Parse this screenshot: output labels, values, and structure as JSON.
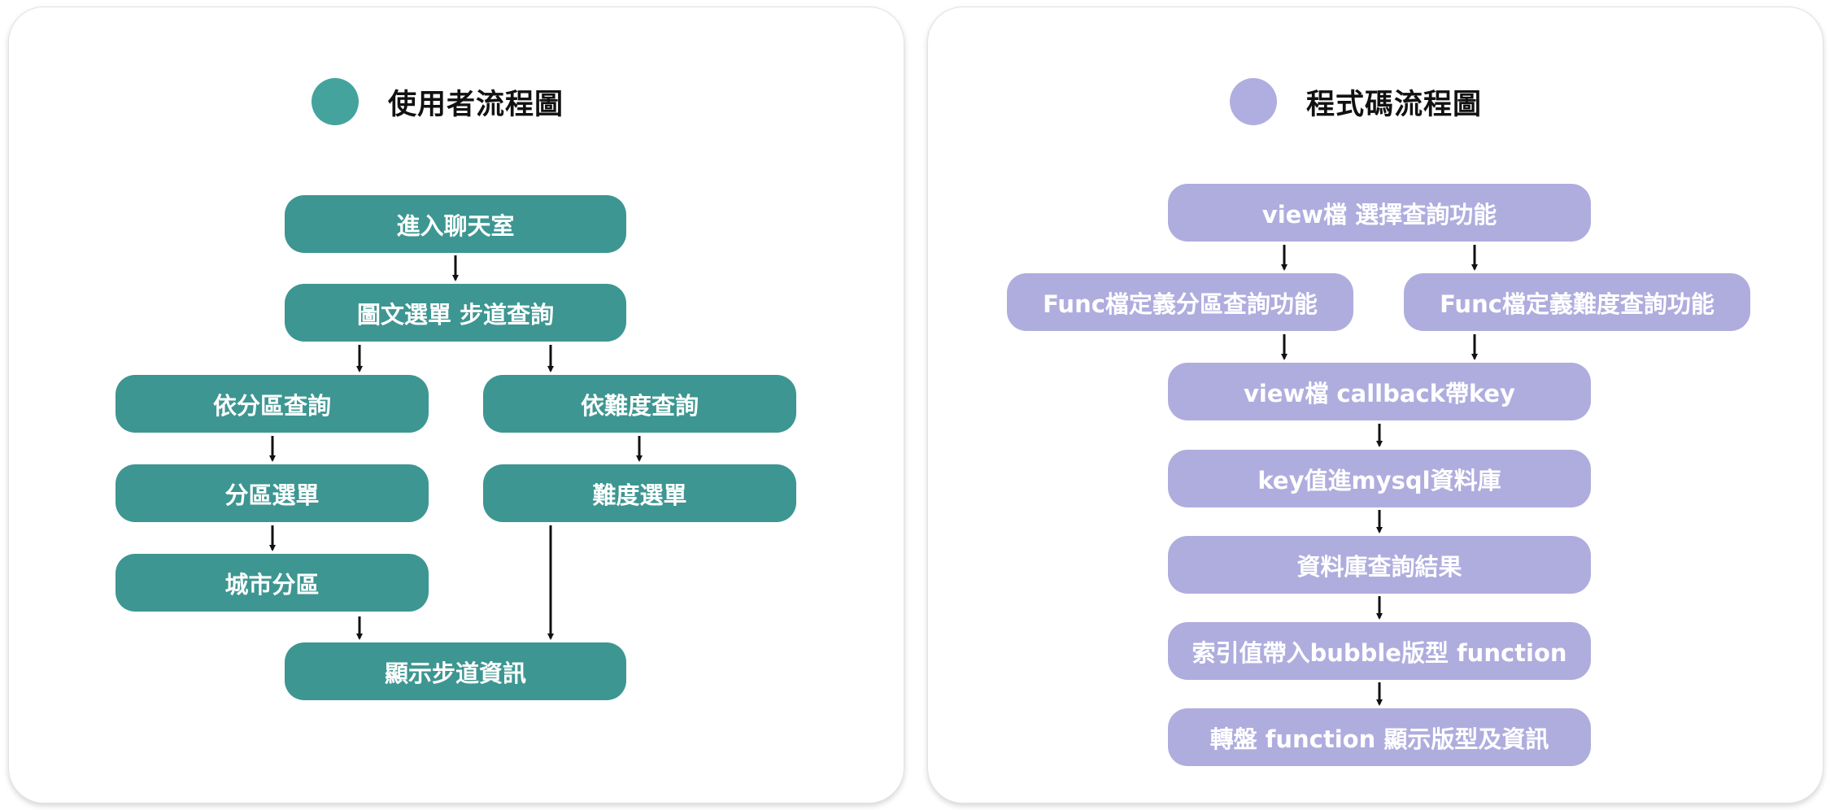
{
  "colors": {
    "user_accent": "#44a39d",
    "user_node": "#3d9691",
    "code_accent": "#b0aee0",
    "code_node": "#afadde"
  },
  "user_flow": {
    "title": "使用者流程圖",
    "nodes": {
      "enter_chat": "進入聊天室",
      "menu": "圖文選單 步道查詢",
      "by_region": "依分區查詢",
      "by_difficulty": "依難度查詢",
      "region_menu": "分區選單",
      "difficulty_menu": "難度選單",
      "city_region": "城市分區",
      "show_trail": "顯示步道資訊"
    }
  },
  "code_flow": {
    "title": "程式碼流程圖",
    "nodes": {
      "view_select": "view檔 選擇查詢功能",
      "func_region": "Func檔定義分區查詢功能",
      "func_difficulty": "Func檔定義難度查詢功能",
      "view_callback": "view檔 callback帶key",
      "key_mysql": "key值進mysql資料庫",
      "db_result": "資料庫查詢結果",
      "bubble_function": "索引值帶入bubble版型 function",
      "carousel_function": "轉盤 function 顯示版型及資訊"
    }
  }
}
